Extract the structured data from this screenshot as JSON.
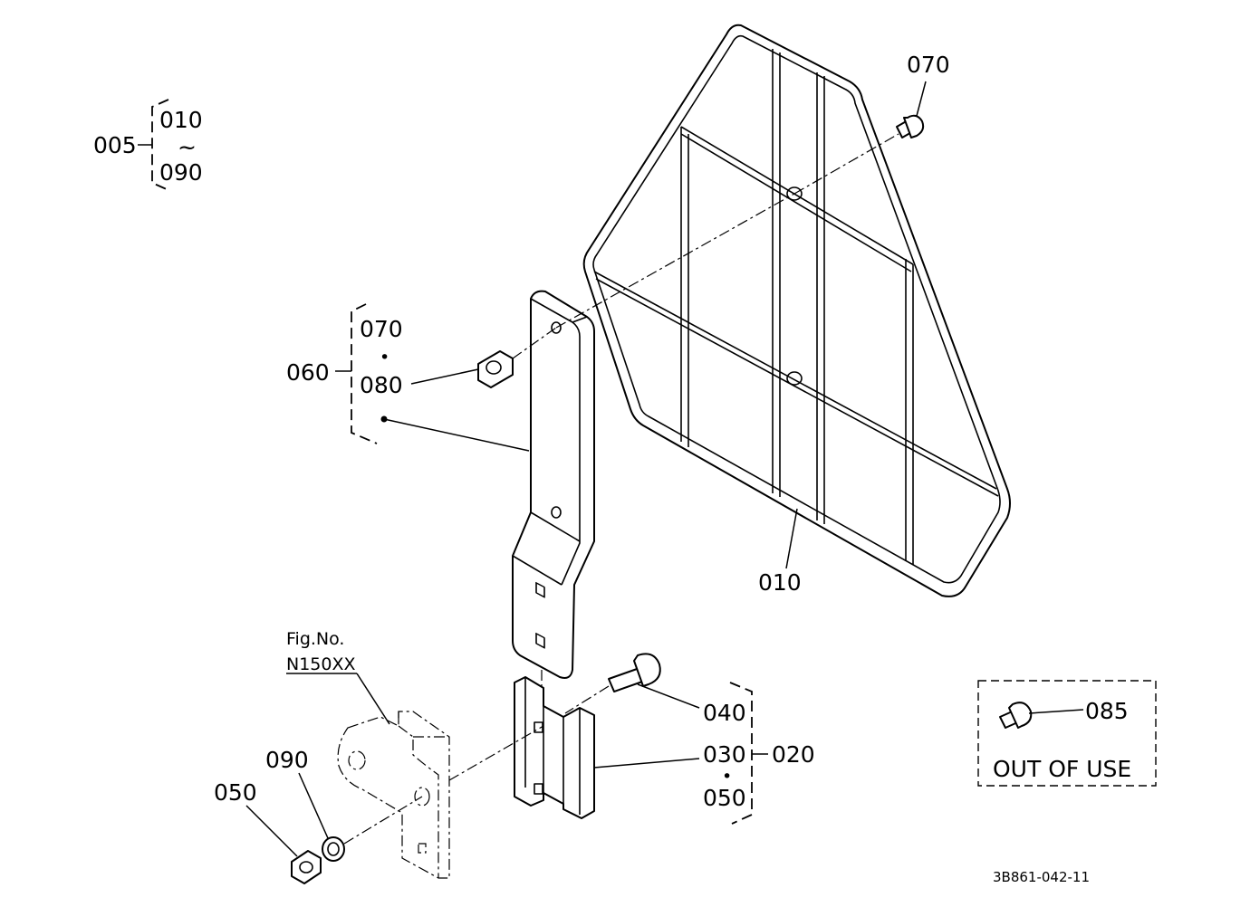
{
  "diagram": {
    "drawing_number": "3B861-042-11",
    "assembly": {
      "id": "005",
      "range_start": "010",
      "range_tilde": "~",
      "range_end": "090"
    },
    "callouts": {
      "grille": "010",
      "bolt_top": "070",
      "bracket_assy": "060",
      "bracket_sub_a": "070",
      "bracket_sub_b": "080",
      "bracket_sub_dot": "•",
      "bolt_040": "040",
      "part_030": "030",
      "part_050_low": "050",
      "part_020": "020",
      "sub_dot_020": "•",
      "washer_090": "090",
      "nut_050": "050",
      "bolt_085": "085"
    },
    "figure_ref": {
      "line1": "Fig.No.",
      "line2": "N150XX"
    },
    "out_of_use": "OUT OF USE"
  }
}
